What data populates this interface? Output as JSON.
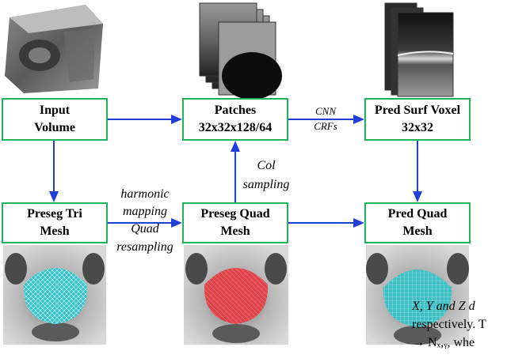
{
  "boxes": {
    "input_volume": {
      "line1": "Input",
      "line2": "Volume"
    },
    "patches": {
      "line1": "Patches",
      "line2": "32x32x128/64"
    },
    "pred_surf_voxel": {
      "line1": "Pred Surf Voxel",
      "line2": "32x32"
    },
    "preseg_tri_mesh": {
      "line1": "Preseg Tri",
      "line2": "Mesh"
    },
    "preseg_quad_mesh": {
      "line1": "Preseg Quad",
      "line2": "Mesh"
    },
    "pred_quad_mesh": {
      "line1": "Pred Quad",
      "line2": "Mesh"
    }
  },
  "edge_labels": {
    "cnn": "CNN",
    "crfs": "CRFs",
    "col": "Col",
    "sampling": "sampling",
    "harmonic": "harmonic",
    "mapping": "mapping",
    "quad": "Quad",
    "resampling": "resampling"
  },
  "caption": {
    "line1": "X, Y and Z d",
    "line2": "respectively. T",
    "line3": "→ Nₓ,ᵧ, whe"
  },
  "colors": {
    "box_border": "#1fb35a",
    "arrow": "#1f3fd6",
    "mesh_tri": "#39c2c8",
    "mesh_quad_red": "#e0444a"
  }
}
